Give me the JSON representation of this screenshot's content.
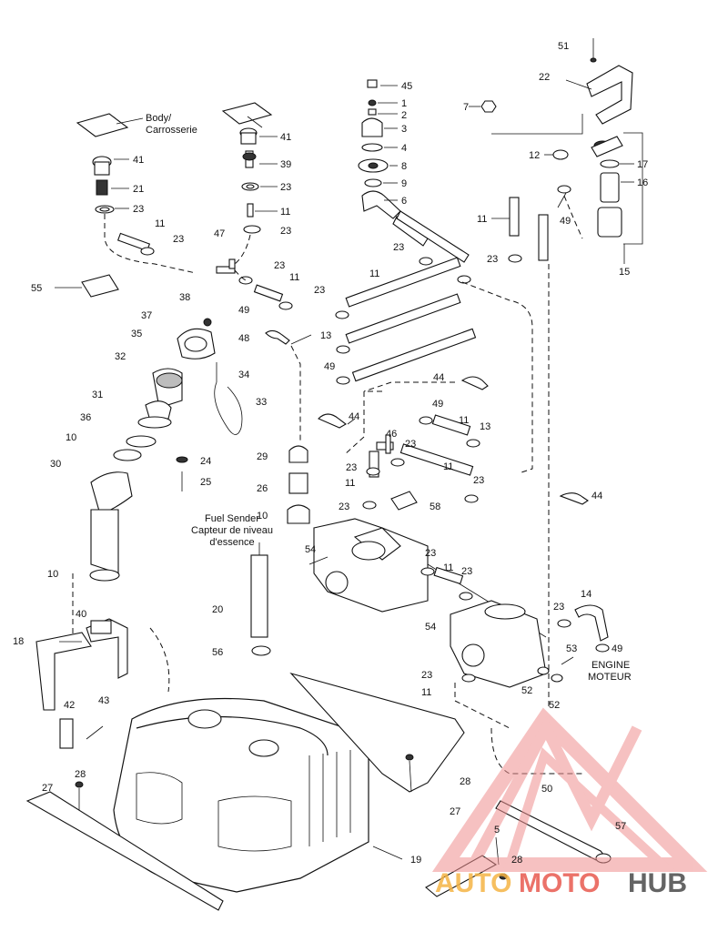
{
  "labels": {
    "body": "Body/",
    "carrosserie": "Carrosserie",
    "fuel_sender": "Fuel Sender",
    "capteur_1": "Capteur de niveau",
    "capteur_2": "d'essence",
    "engine": "ENGINE",
    "moteur": "MOTEUR"
  },
  "callouts": {
    "c51": "51",
    "c22": "22",
    "c45": "45",
    "c1": "1",
    "c2": "2",
    "c3": "3",
    "c4": "4",
    "c8": "8",
    "c9": "9",
    "c6": "6",
    "c7": "7",
    "c12": "12",
    "c17": "17",
    "c16": "16",
    "c11a": "11",
    "c49a": "49",
    "c15": "15",
    "c23a": "23",
    "c41a": "41",
    "c41b": "41",
    "c39": "39",
    "c21": "21",
    "c23b": "23",
    "c23c": "23",
    "c11b": "11",
    "c11c": "11",
    "c23d": "23",
    "c47": "47",
    "c23e": "23",
    "c11d": "11",
    "c49b": "49",
    "c23f": "23",
    "c11e": "11",
    "c23g": "23",
    "c55": "55",
    "c38": "38",
    "c37": "37",
    "c35": "35",
    "c48": "48",
    "c13a": "13",
    "c49c": "49",
    "c34": "34",
    "c32": "32",
    "c33": "33",
    "c31": "31",
    "c36": "36",
    "c10a": "10",
    "c30": "30",
    "c24": "24",
    "c25": "25",
    "c44a": "44",
    "c44b": "44",
    "c49d": "49",
    "c11f": "11",
    "c13b": "13",
    "c46": "46",
    "c23h": "23",
    "c11g": "11",
    "c29": "29",
    "c23i": "23",
    "c11h": "11",
    "c23j": "23",
    "c26": "26",
    "c23k": "23",
    "c58": "58",
    "c10b": "10",
    "c10c": "10",
    "c44c": "44",
    "c54a": "54",
    "c23l": "23",
    "c11i": "11",
    "c23m": "23",
    "c20": "20",
    "c56": "56",
    "c40": "40",
    "c18": "18",
    "c14": "14",
    "c23n": "23",
    "c49e": "49",
    "c54b": "54",
    "c53": "53",
    "c23o": "23",
    "c52a": "52",
    "c11j": "11",
    "c52b": "52",
    "c42": "42",
    "c43": "43",
    "c28a": "28",
    "c27a": "27",
    "c28b": "28",
    "c27b": "27",
    "c50": "50",
    "c5": "5",
    "c57": "57",
    "c28c": "28",
    "c19": "19"
  },
  "watermark": {
    "text_a": "AUTO",
    "text_b": "MOTO",
    "text_c": "HUB",
    "color_a": "#f5b445",
    "color_b": "#e85a4f",
    "color_c": "#4a4a4a",
    "logo_color": "#ef8f8f"
  }
}
